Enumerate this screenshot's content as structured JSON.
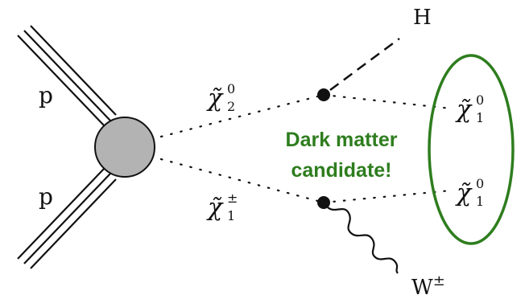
{
  "diagram": {
    "labels": {
      "proton_top": "p",
      "proton_bottom": "p",
      "higgs": "H",
      "w_boson": "W",
      "w_charge": "±",
      "neutralino2": "χ̃",
      "neutralino2_sub": "2",
      "neutralino2_sup": "0",
      "chargino": "χ̃",
      "chargino_sub": "1",
      "chargino_sup": "±",
      "neutralino1_top": "χ̃",
      "neutralino1_top_sub": "1",
      "neutralino1_top_sup": "0",
      "neutralino1_bottom": "χ̃",
      "neutralino1_bottom_sub": "1",
      "neutralino1_bottom_sup": "0"
    },
    "annotation": {
      "line1": "Dark matter",
      "line2": "candidate!"
    },
    "colors": {
      "annotation": "#2e7d1e",
      "ellipse": "#2e7d1e",
      "blob_fill": "#b3b3b3",
      "lines": "#111111"
    }
  }
}
